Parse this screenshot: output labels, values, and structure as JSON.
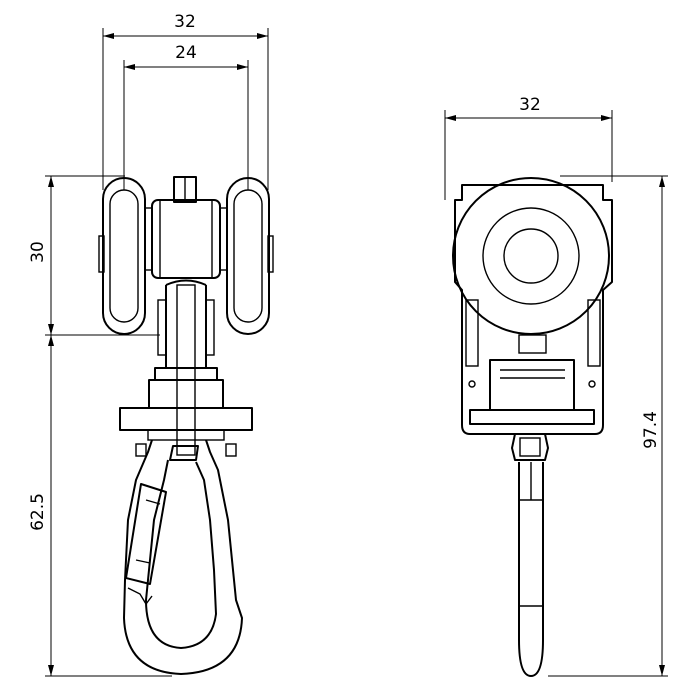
{
  "dimensions": {
    "front_outer_width": "32",
    "front_inner_width": "24",
    "front_wheel_height": "30",
    "front_hook_height": "62.5",
    "side_width": "32",
    "side_total_height": "97.4"
  }
}
